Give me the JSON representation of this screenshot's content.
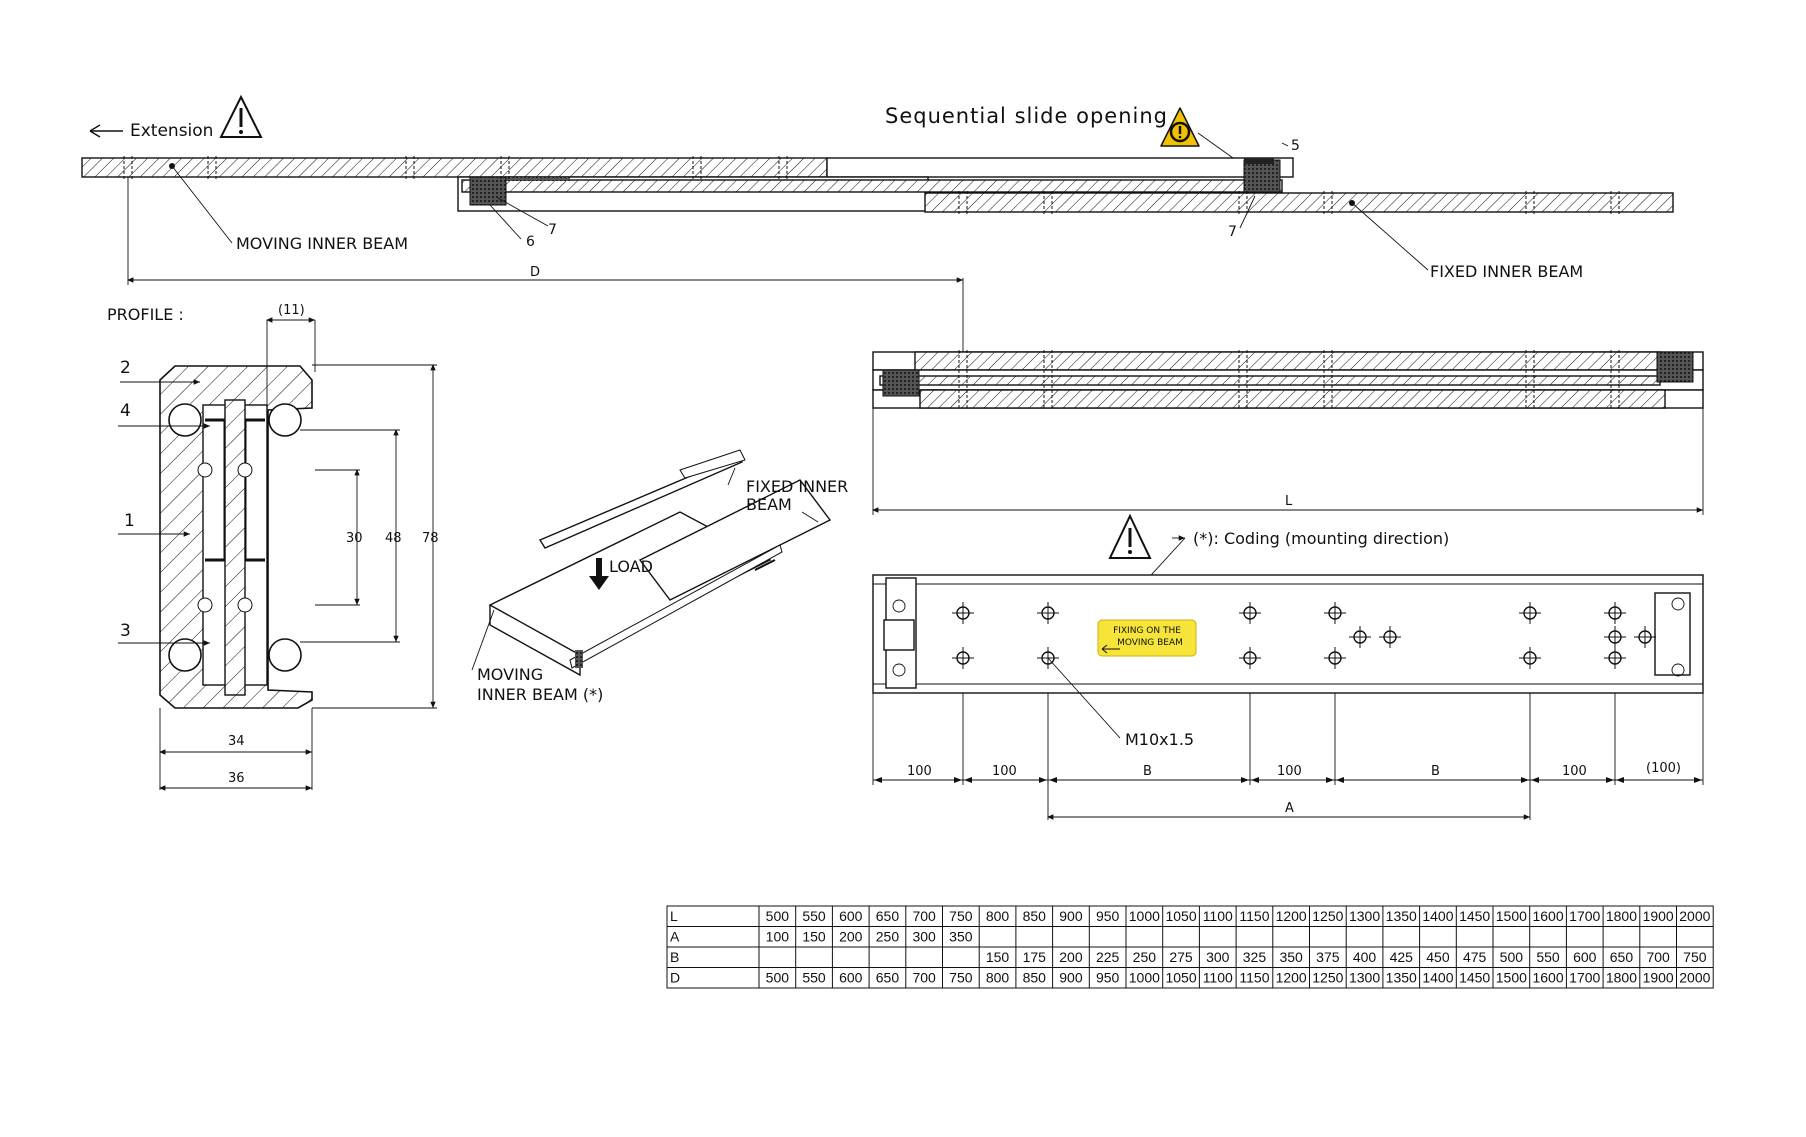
{
  "callouts": {
    "extension": "Extension",
    "sequential": "Sequential slide opening",
    "moving_inner_beam": "MOVING INNER BEAM",
    "fixed_inner_beam": "FIXED INNER BEAM",
    "profile": "PROFILE :",
    "fixed_inner_beam_iso_1": "FIXED INNER",
    "fixed_inner_beam_iso_2": "BEAM",
    "load": "LOAD",
    "moving_inner_beam_iso_1": "MOVING",
    "moving_inner_beam_iso_2": "INNER BEAM (*)",
    "coding": "(*): Coding (mounting direction)",
    "sticker_1": "FIXING ON THE",
    "sticker_2": "MOVING BEAM",
    "thread": "M10x1.5"
  },
  "part_numbers": {
    "p1": "1",
    "p2": "2",
    "p3": "3",
    "p4": "4",
    "p5": "5",
    "p6": "6",
    "p7a": "7",
    "p7b": "7"
  },
  "dimensions": {
    "d": "D",
    "l": "L",
    "profile_11": "(11)",
    "profile_30": "30",
    "profile_48": "48",
    "profile_78": "78",
    "profile_34": "34",
    "profile_36": "36",
    "bottom": [
      "100",
      "100",
      "B",
      "100",
      "B",
      "100",
      "(100)"
    ],
    "a": "A"
  },
  "colors": {
    "warning_yellow": "#f2c200",
    "sticker_yellow": "#f6e43a",
    "line": "#111111"
  },
  "icons": [
    "extension-arrow-icon",
    "warning-triangle-icon",
    "warning-caution-icon",
    "load-arrow-icon"
  ],
  "table": {
    "row_labels": [
      "L",
      "A",
      "B",
      "D"
    ],
    "rows": [
      [
        "500",
        "550",
        "600",
        "650",
        "700",
        "750",
        "800",
        "850",
        "900",
        "950",
        "1000",
        "1050",
        "1100",
        "1150",
        "1200",
        "1250",
        "1300",
        "1350",
        "1400",
        "1450",
        "1500",
        "1600",
        "1700",
        "1800",
        "1900",
        "2000"
      ],
      [
        "100",
        "150",
        "200",
        "250",
        "300",
        "350",
        "",
        "",
        "",
        "",
        "",
        "",
        "",
        "",
        "",
        "",
        "",
        "",
        "",
        "",
        "",
        "",
        "",
        "",
        "",
        ""
      ],
      [
        "",
        "",
        "",
        "",
        "",
        "",
        "150",
        "175",
        "200",
        "225",
        "250",
        "275",
        "300",
        "325",
        "350",
        "375",
        "400",
        "425",
        "450",
        "475",
        "500",
        "550",
        "600",
        "650",
        "700",
        "750"
      ],
      [
        "500",
        "550",
        "600",
        "650",
        "700",
        "750",
        "800",
        "850",
        "900",
        "950",
        "1000",
        "1050",
        "1100",
        "1150",
        "1200",
        "1250",
        "1300",
        "1350",
        "1400",
        "1450",
        "1500",
        "1600",
        "1700",
        "1800",
        "1900",
        "2000"
      ]
    ]
  }
}
